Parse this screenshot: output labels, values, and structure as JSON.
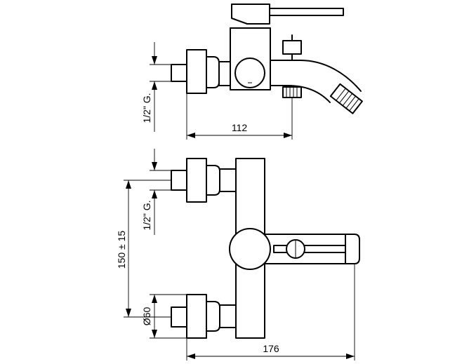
{
  "dimensions": {
    "top_view_width": "112",
    "top_view_thread": "1/2\" G.",
    "front_view_thread": "1/2\" G.",
    "front_view_spacing": "150 ± 15",
    "front_view_rosette": "Ø60",
    "front_view_width": "176"
  }
}
